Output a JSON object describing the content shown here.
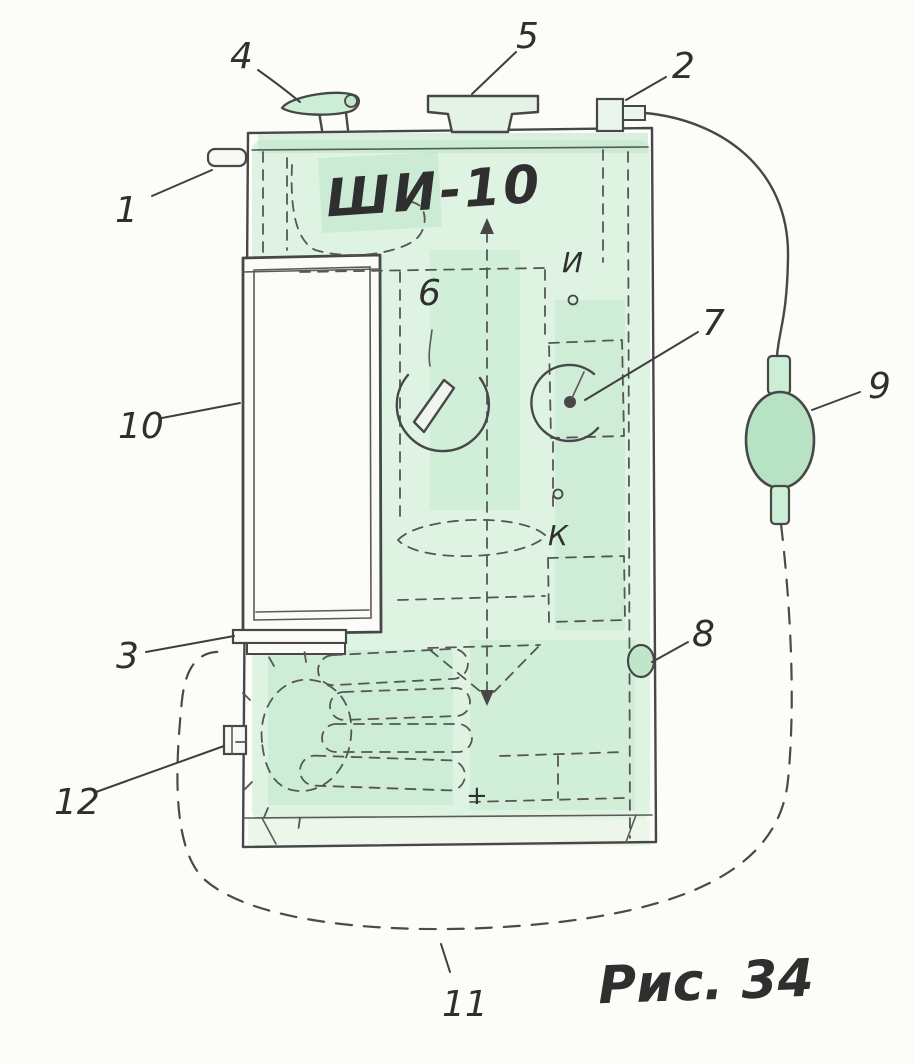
{
  "figure": {
    "title": "Hand-drawn schematic of device ШИ-10",
    "labels": {
      "device": "ШИ-10",
      "caption": "Рис. 34",
      "marker_i": "И",
      "marker_k": "К",
      "plus": "+"
    },
    "callouts": {
      "1": "1",
      "2": "2",
      "3": "3",
      "4": "4",
      "5": "5",
      "6": "6",
      "7": "7",
      "8": "8",
      "9": "9",
      "10": "10",
      "11": "11",
      "12": "12"
    },
    "colors": {
      "paper": "#fcfcf8",
      "ink": "#474747",
      "shade_green": "#c7ebd2",
      "shade_green_dark": "#a8dfbb"
    }
  }
}
